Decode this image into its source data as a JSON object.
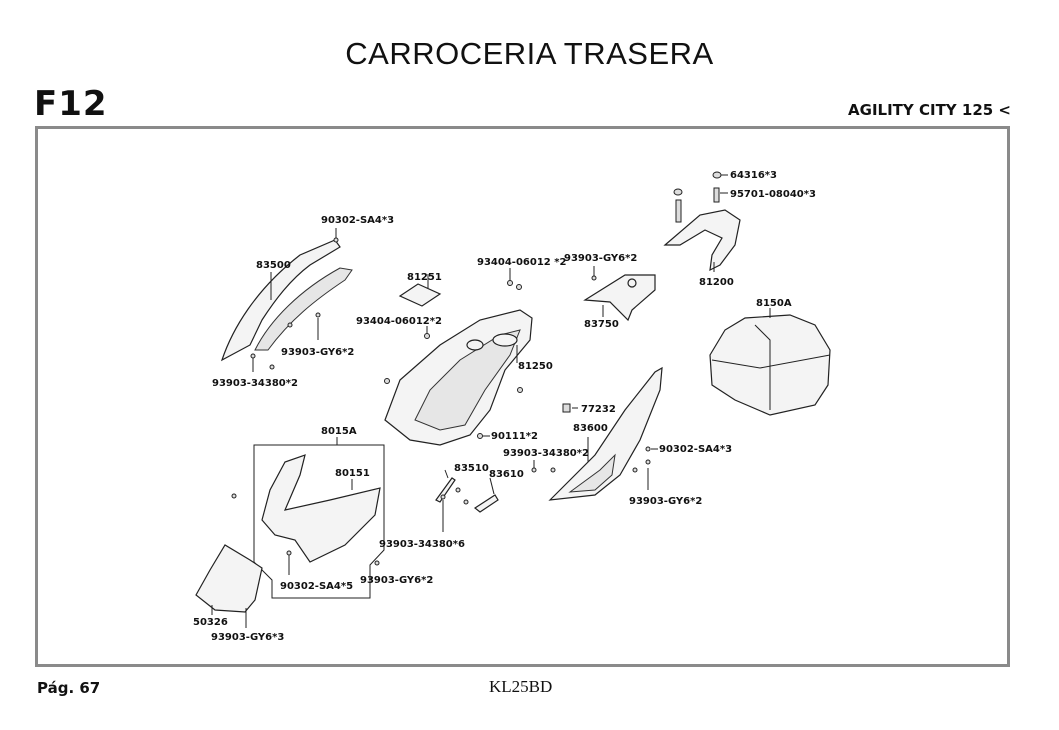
{
  "header": {
    "title": "CARROCERIA TRASERA",
    "section_code": "F12",
    "model": "AGILITY CITY 125 <"
  },
  "footer": {
    "page": "Pág. 67",
    "doc_id": "KL25BD"
  },
  "parts": {
    "p83500": "83500",
    "p90302_sa4_3_a": "90302-SA4*3",
    "p93903_gy6_2_a": "93903-GY6*2",
    "p93903_34380_2_a": "93903-34380*2",
    "p81251": "81251",
    "p93404_06012_2_a": "93404-06012*2",
    "p93404_06012_2_b": "93404-06012 *2",
    "p81250": "81250",
    "p93903_gy6_2_b": "93903-GY6*2",
    "p83750": "83750",
    "p64316_3": "64316*3",
    "p95701_08040_3": "95701-08040*3",
    "p81200": "81200",
    "p8150A": "8150A",
    "p77232": "77232",
    "p83600": "83600",
    "p90111_2": "90111*2",
    "p93903_34380_2_b": "93903-34380*2",
    "p90302_sa4_3_b": "90302-SA4*3",
    "p93903_gy6_2_c": "93903-GY6*2",
    "p83510": "83510",
    "p83610": "83610",
    "p93903_34380_6": "93903-34380*6",
    "p8015A": "8015A",
    "p80151": "80151",
    "p90302_sa4_5": "90302-SA4*5",
    "p93903_gy6_2_d": "93903-GY6*2",
    "p50326": "50326",
    "p93903_gy6_3": "93903-GY6*3"
  },
  "colors": {
    "frame_border": "#8a8a8a",
    "ink": "#111111"
  }
}
